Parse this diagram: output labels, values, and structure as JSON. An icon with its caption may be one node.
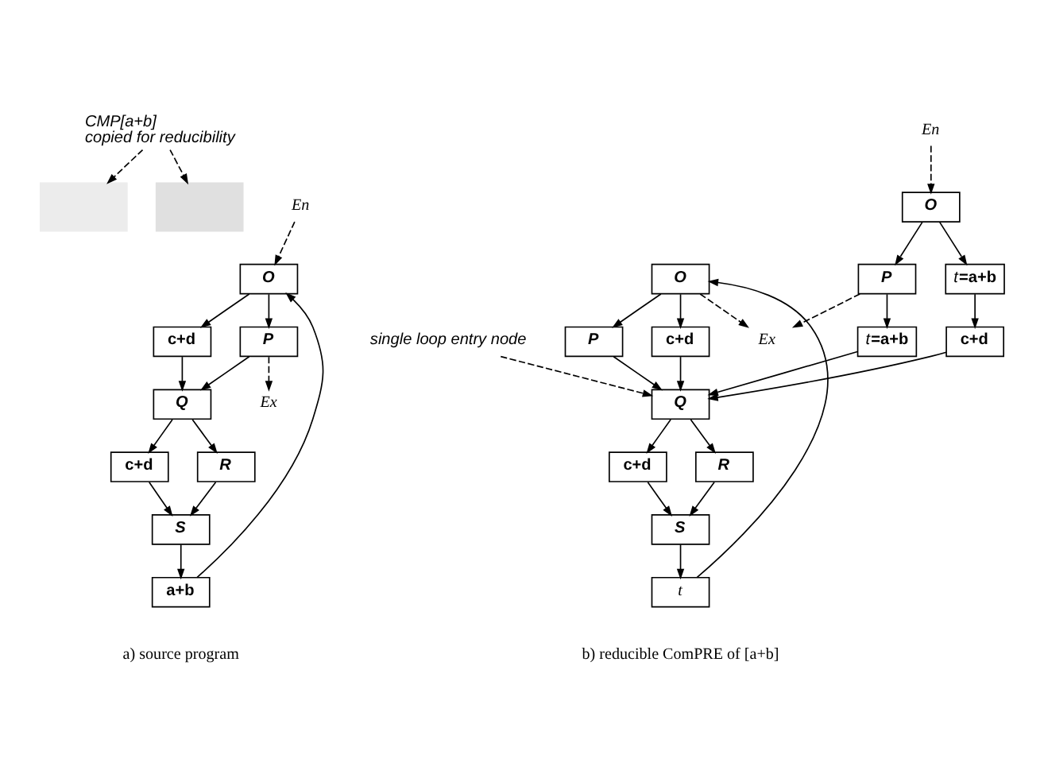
{
  "diagram": {
    "nodes": [
      {
        "text": [
          "En"
        ]
      },
      {
        "text": [
          "O"
        ]
      },
      {
        "text": [
          "P"
        ]
      },
      {
        "text": [
          "c+d"
        ]
      },
      {
        "text": [
          "Q"
        ]
      },
      {
        "text": [
          "R"
        ]
      },
      {
        "text": [
          "c+d"
        ]
      },
      {
        "text": [
          "S"
        ]
      },
      {
        "text": [
          "a+b"
        ]
      },
      {
        "text": [
          "Ex"
        ]
      },
      {
        "text": [
          "CMP[a+b]",
          "copied for reducibility"
        ]
      },
      {
        "text": [],
        "shape": "box"
      },
      {
        "text": [],
        "shape": "box"
      },
      {
        "text": [
          "En"
        ]
      },
      {
        "text": [
          "O"
        ]
      },
      {
        "text": [
          "t=a+b"
        ]
      },
      {
        "text": [
          "c+d"
        ]
      },
      {
        "text": [
          "P"
        ]
      },
      {
        "text": [
          "t=a+b"
        ]
      },
      {
        "text": [
          "Ex"
        ]
      },
      {
        "text": [
          "O"
        ]
      },
      {
        "text": [
          "P"
        ]
      },
      {
        "text": [
          "c+d"
        ]
      },
      {
        "text": [
          "Q"
        ]
      },
      {
        "text": [
          "R"
        ]
      },
      {
        "text": [
          "c+d"
        ]
      },
      {
        "text": [
          "S"
        ]
      },
      {
        "text": [
          "t"
        ]
      },
      {
        "text": [
          "single loop entry node"
        ]
      }
    ],
    "edges": [
      {
        "from": 0,
        "to": 1,
        "arrow": "to",
        "style": "dashed"
      },
      {
        "from": 1,
        "to": 2,
        "arrow": "to"
      },
      {
        "from": 1,
        "to": 3,
        "arrow": "to"
      },
      {
        "from": 2,
        "to": 4,
        "arrow": "to"
      },
      {
        "from": 3,
        "to": 4,
        "arrow": "to"
      },
      {
        "from": 2,
        "to": 9,
        "arrow": "to",
        "style": "dashed"
      },
      {
        "from": 4,
        "to": 5,
        "arrow": "to"
      },
      {
        "from": 4,
        "to": 6,
        "arrow": "to"
      },
      {
        "from": 5,
        "to": 7,
        "arrow": "to"
      },
      {
        "from": 6,
        "to": 7,
        "arrow": "to"
      },
      {
        "from": 7,
        "to": 8,
        "arrow": "to"
      },
      {
        "from": 8,
        "to": 1,
        "arrow": "to"
      },
      {
        "from": 10,
        "to": 11,
        "arrow": "to",
        "style": "dashed"
      },
      {
        "from": 10,
        "to": 12,
        "arrow": "to",
        "style": "dashed"
      },
      {
        "from": 13,
        "to": 14,
        "arrow": "to",
        "style": "dashed"
      },
      {
        "from": 14,
        "to": 17,
        "arrow": "to"
      },
      {
        "from": 14,
        "to": 15,
        "arrow": "to"
      },
      {
        "from": 15,
        "to": 16,
        "arrow": "to"
      },
      {
        "from": 17,
        "to": 18,
        "arrow": "to"
      },
      {
        "from": 17,
        "to": 19,
        "arrow": "to",
        "style": "dashed"
      },
      {
        "from": 20,
        "to": 19,
        "arrow": "to",
        "style": "dashed"
      },
      {
        "from": 16,
        "to": 23,
        "arrow": "to"
      },
      {
        "from": 18,
        "to": 23,
        "arrow": "to"
      },
      {
        "from": 20,
        "to": 21,
        "arrow": "to"
      },
      {
        "from": 20,
        "to": 22,
        "arrow": "to"
      },
      {
        "from": 21,
        "to": 23,
        "arrow": "to"
      },
      {
        "from": 22,
        "to": 23,
        "arrow": "to"
      },
      {
        "from": 23,
        "to": 24,
        "arrow": "to"
      },
      {
        "from": 23,
        "to": 25,
        "arrow": "to"
      },
      {
        "from": 24,
        "to": 26,
        "arrow": "to"
      },
      {
        "from": 25,
        "to": 26,
        "arrow": "to"
      },
      {
        "from": 26,
        "to": 27,
        "arrow": "to"
      },
      {
        "from": 27,
        "to": 20,
        "arrow": "to"
      },
      {
        "from": 28,
        "to": 23,
        "arrow": "to",
        "style": "dashed"
      }
    ],
    "labels": [
      "a) source program",
      "b) reducible ComPRE of [a+b]"
    ]
  }
}
